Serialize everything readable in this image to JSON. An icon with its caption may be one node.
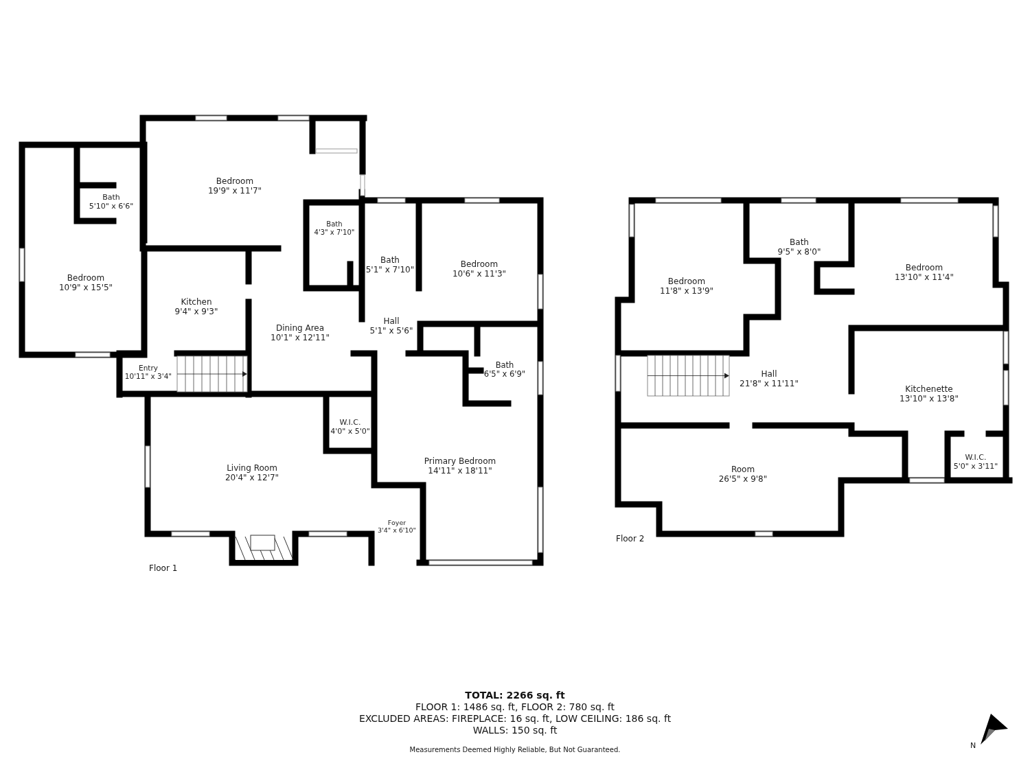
{
  "diagram": {
    "nodes": [
      {
        "text": [
          "Bedroom",
          "19'9\" x 11'7\""
        ]
      },
      {
        "text": [
          "Bath",
          "5'10\" x 6'6\""
        ]
      },
      {
        "text": [
          "Bath",
          "4'3\" x 7'10\""
        ]
      },
      {
        "text": [
          "Bath",
          "5'1\" x 7'10\""
        ]
      },
      {
        "text": [
          "Bedroom",
          "10'6\" x 11'3\""
        ]
      },
      {
        "text": [
          "Bedroom",
          "10'9\" x 15'5\""
        ]
      },
      {
        "text": [
          "Kitchen",
          "9'4\" x 9'3\""
        ]
      },
      {
        "text": [
          "Hall",
          "5'1\" x 5'6\""
        ]
      },
      {
        "text": [
          "Dining Area",
          "10'1\" x 12'11\""
        ]
      },
      {
        "text": [
          "Bath",
          "6'5\" x 6'9\""
        ]
      },
      {
        "text": [
          "Entry",
          "10'11\" x 3'4\""
        ]
      },
      {
        "text": [
          "W.I.C.",
          "4'0\" x 5'0\""
        ]
      },
      {
        "text": [
          "Primary Bedroom",
          "14'11\" x 18'11\""
        ]
      },
      {
        "text": [
          "Living Room",
          "20'4\" x 12'7\""
        ]
      },
      {
        "text": [
          "Foyer",
          "3'4\" x 6'10\""
        ]
      },
      {
        "text": [
          "Bath",
          "9'5\" x 8'0\""
        ]
      },
      {
        "text": [
          "Bedroom",
          "13'10\" x 11'4\""
        ]
      },
      {
        "text": [
          "Bedroom",
          "11'8\" x 13'9\""
        ]
      },
      {
        "text": [
          "Hall",
          "21'8\" x 11'11\""
        ]
      },
      {
        "text": [
          "Kitchenette",
          "13'10\" x 13'8\""
        ]
      },
      {
        "text": [
          "W.I.C.",
          "5'0\" x 3'11\""
        ]
      },
      {
        "text": [
          "Room",
          "26'5\" x 9'8\""
        ]
      }
    ],
    "labels": [
      "Floor 2",
      "Floor 1",
      "TOTAL: 2266 sq. ft",
      "FLOOR 1: 1486 sq. ft, FLOOR 2: 780 sq. ft",
      "EXCLUDED AREAS: FIREPLACE: 16 sq. ft, LOW CEILING: 186 sq. ft",
      "WALLS: 150 sq. ft",
      "N",
      "Measurements Deemed Highly Reliable, But Not Guaranteed."
    ]
  }
}
